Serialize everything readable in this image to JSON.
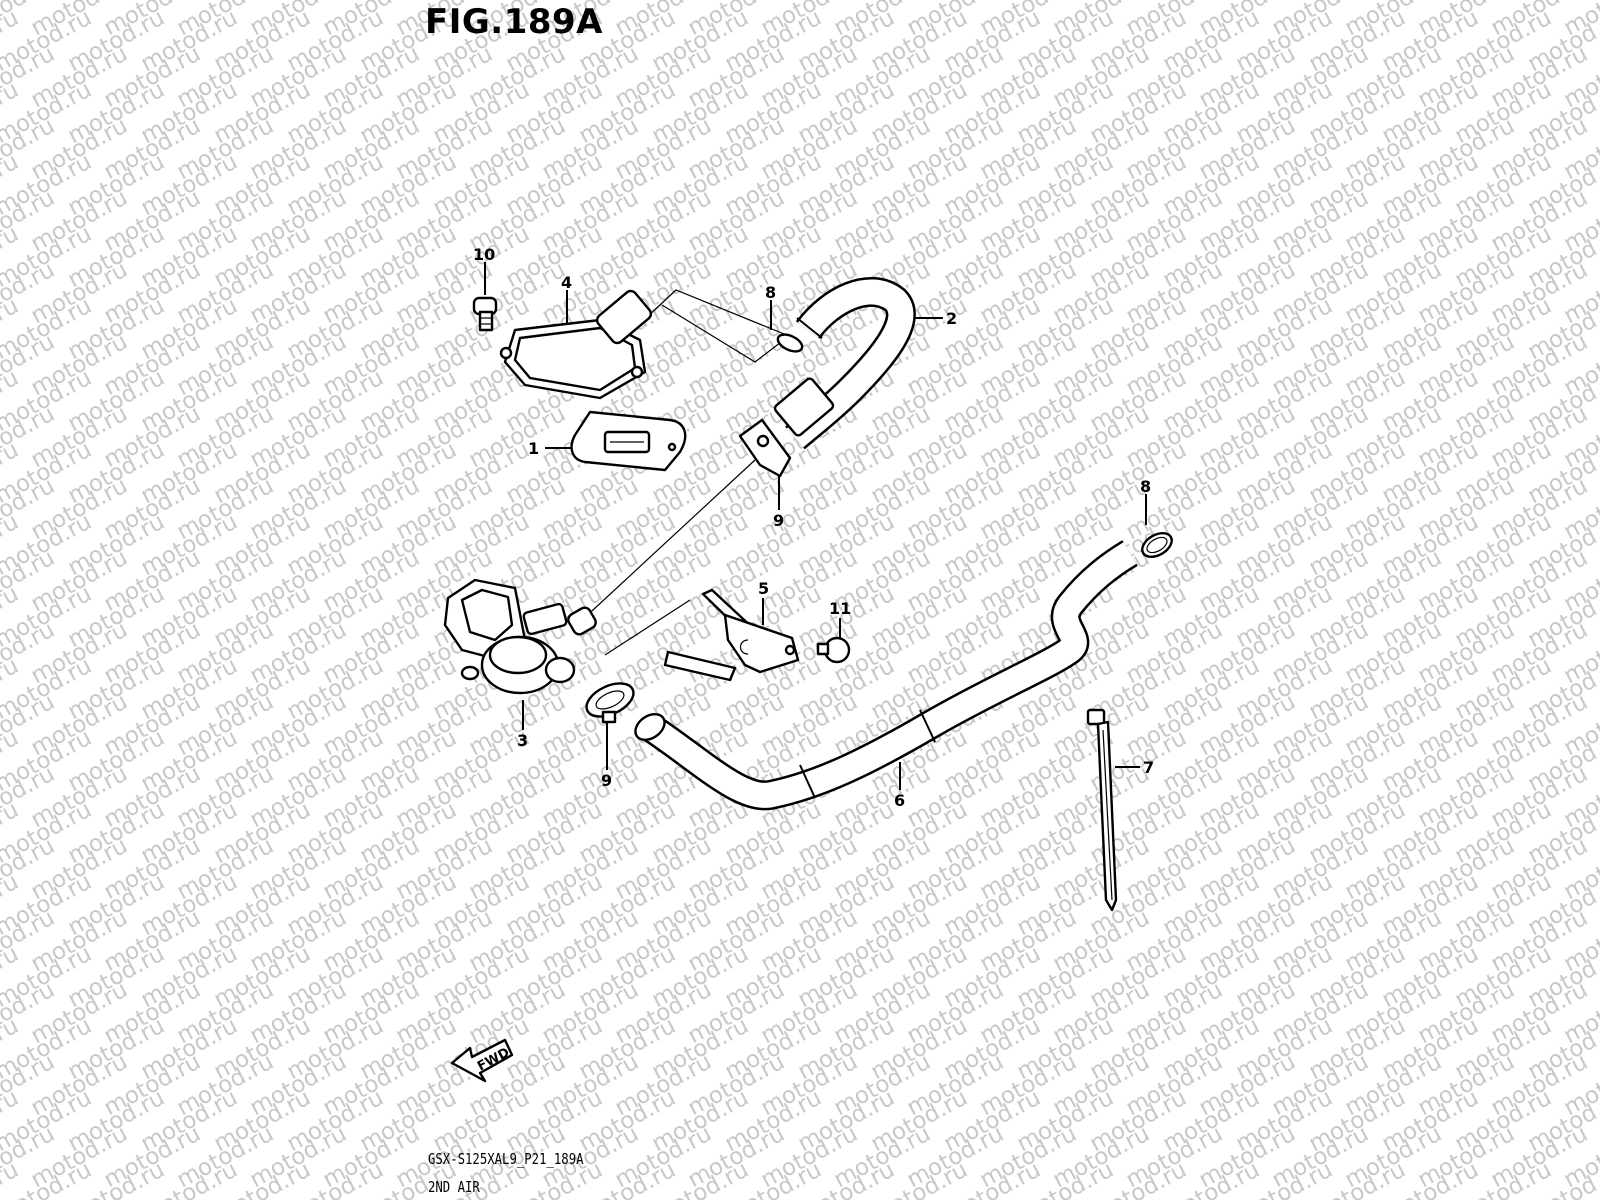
{
  "figure": {
    "title": "FIG.189A",
    "code": "GSX-S125XAL9_P21_189A",
    "name": "2ND AIR",
    "watermark": "motod.ru",
    "forward_label": "FWD"
  },
  "callouts": {
    "c1": "1",
    "c2": "2",
    "c3": "3",
    "c4": "4",
    "c5": "5",
    "c6": "6",
    "c7": "7",
    "c8a": "8",
    "c8b": "8",
    "c9a": "9",
    "c9b": "9",
    "c10": "10",
    "c11": "11"
  },
  "colors": {
    "ink": "#000000",
    "background": "#ffffff",
    "watermark": "#c8c8c8"
  }
}
